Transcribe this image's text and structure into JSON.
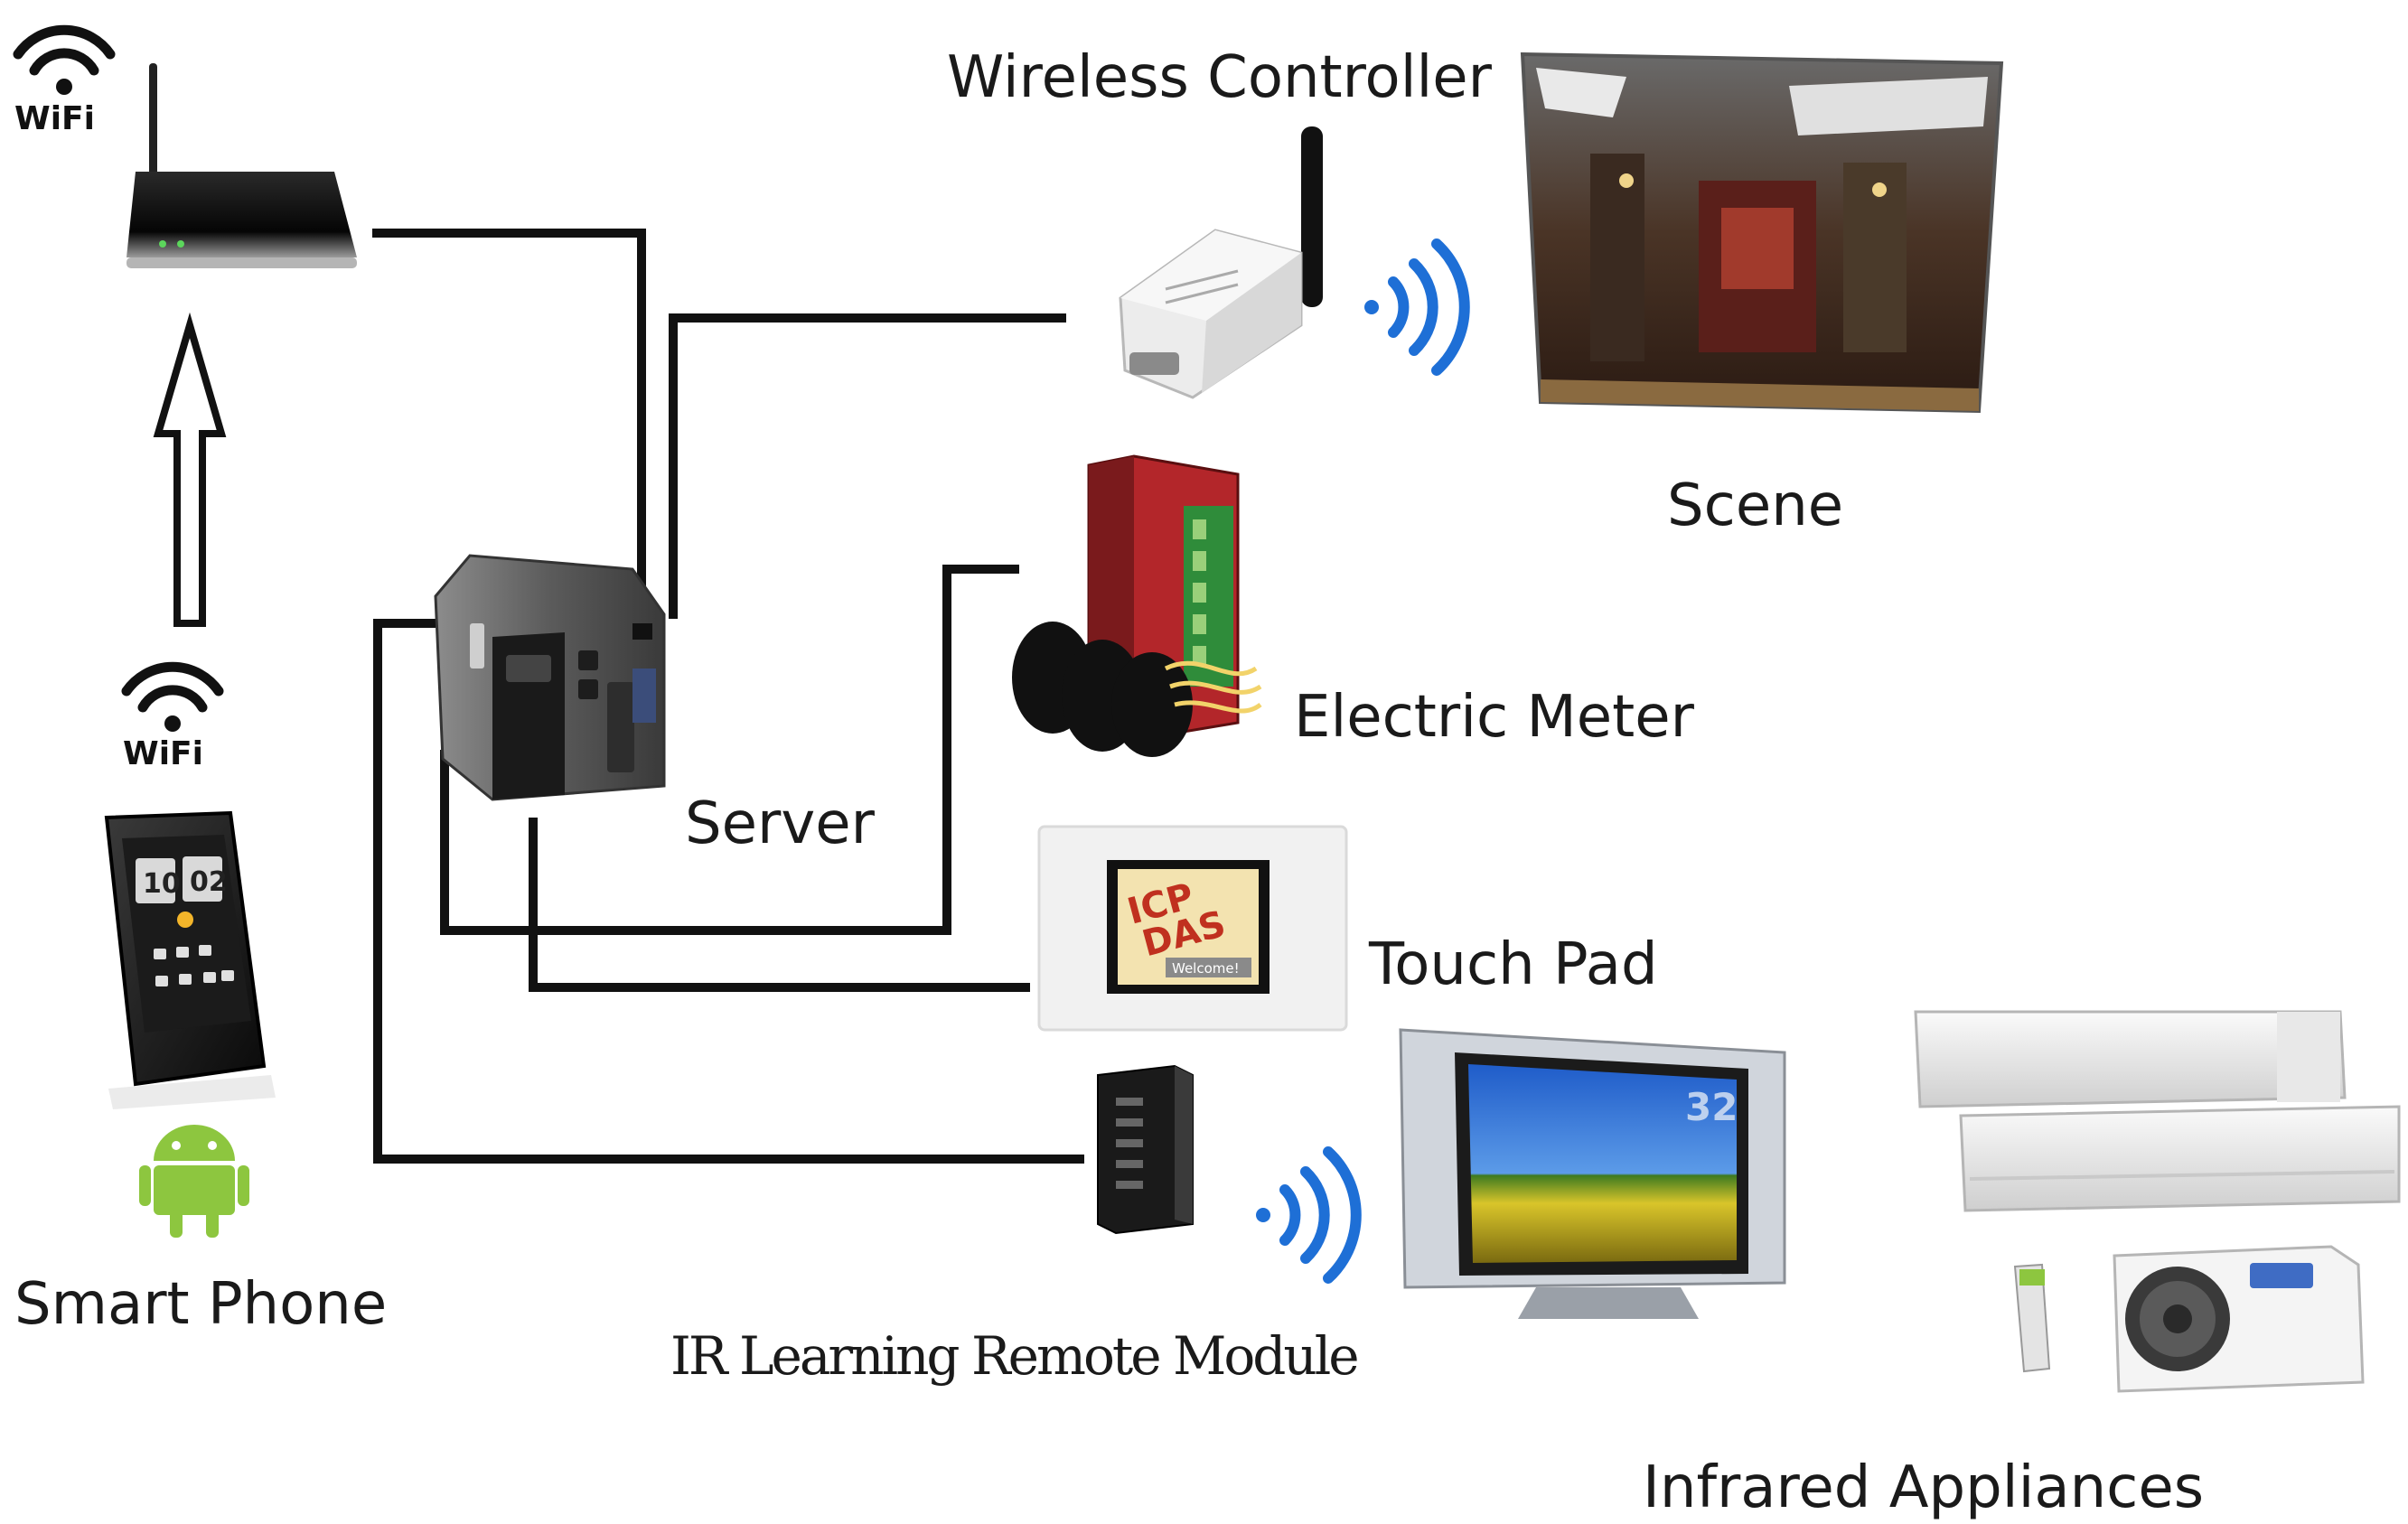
{
  "labels": {
    "wireless_controller": "Wireless Controller",
    "scene": "Scene",
    "electric_meter": "Electric Meter",
    "server": "Server",
    "touch_pad": "Touch Pad",
    "smart_phone": "Smart Phone",
    "ir_module": "IR Learning Remote Module",
    "infrared_appliances": "Infrared Appliances"
  },
  "wifi": {
    "top": "WiFi",
    "phone": "WiFi"
  },
  "device_text": {
    "phone_clock": "10 02",
    "touch_pad_screen_top": "ICP",
    "touch_pad_screen_bottom": "DAS",
    "touch_pad_button": "Welcome!",
    "tv_channel": "32"
  },
  "colors": {
    "line": "#111111",
    "signal": "#1e6fd6",
    "android": "#8dc63f",
    "meter_red": "#b3262a"
  }
}
